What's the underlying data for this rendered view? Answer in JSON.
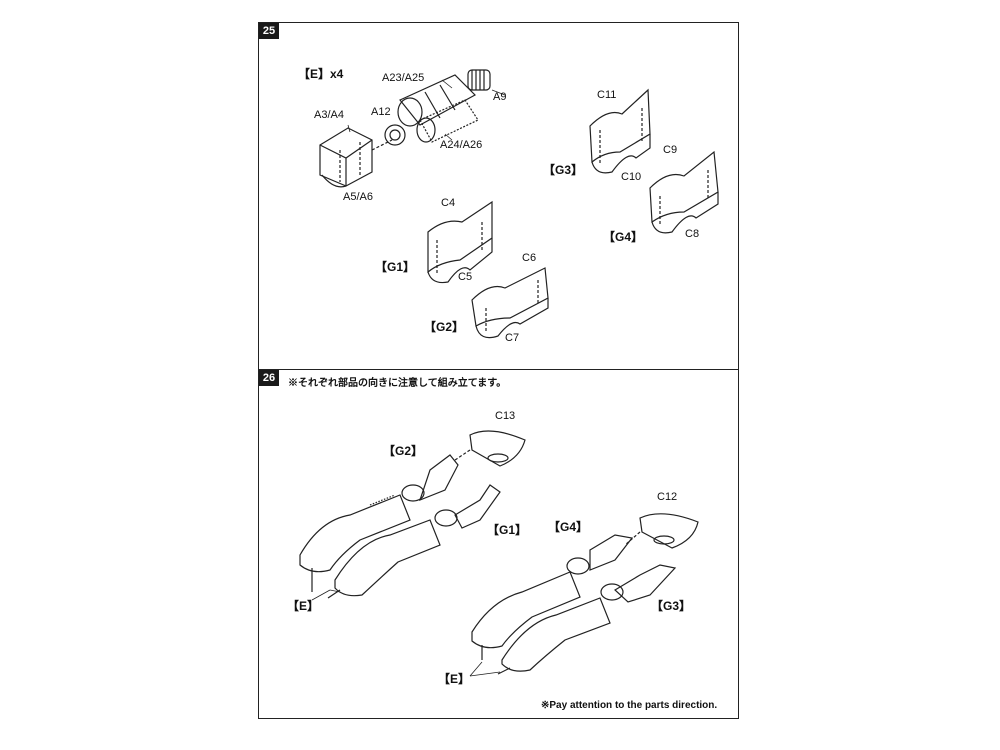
{
  "steps": {
    "s25": {
      "number": "25",
      "group_e": "【E】x4",
      "labels": {
        "a23a25": "A23/A25",
        "a9": "A9",
        "a12": "A12",
        "a3a4": "A3/A4",
        "a24a26": "A24/A26",
        "a5a6": "A5/A6",
        "c11": "C11",
        "g3": "【G3】",
        "c10": "C10",
        "c9": "C9",
        "g4": "【G4】",
        "c8": "C8",
        "c4": "C4",
        "g1": "【G1】",
        "c5": "C5",
        "c6": "C6",
        "g2": "【G2】",
        "c7": "C7"
      }
    },
    "s26": {
      "number": "26",
      "note_jp": "※それぞれ部品の向きに注意して組み立てます。",
      "labels": {
        "g2": "【G2】",
        "c13": "C13",
        "g1": "【G1】",
        "e_left": "【E】",
        "g4": "【G4】",
        "c12": "C12",
        "g3": "【G3】",
        "e_right": "【E】"
      },
      "note_en": "※Pay attention to the parts direction."
    }
  },
  "colors": {
    "line": "#222222",
    "tint": "#cccccc"
  }
}
